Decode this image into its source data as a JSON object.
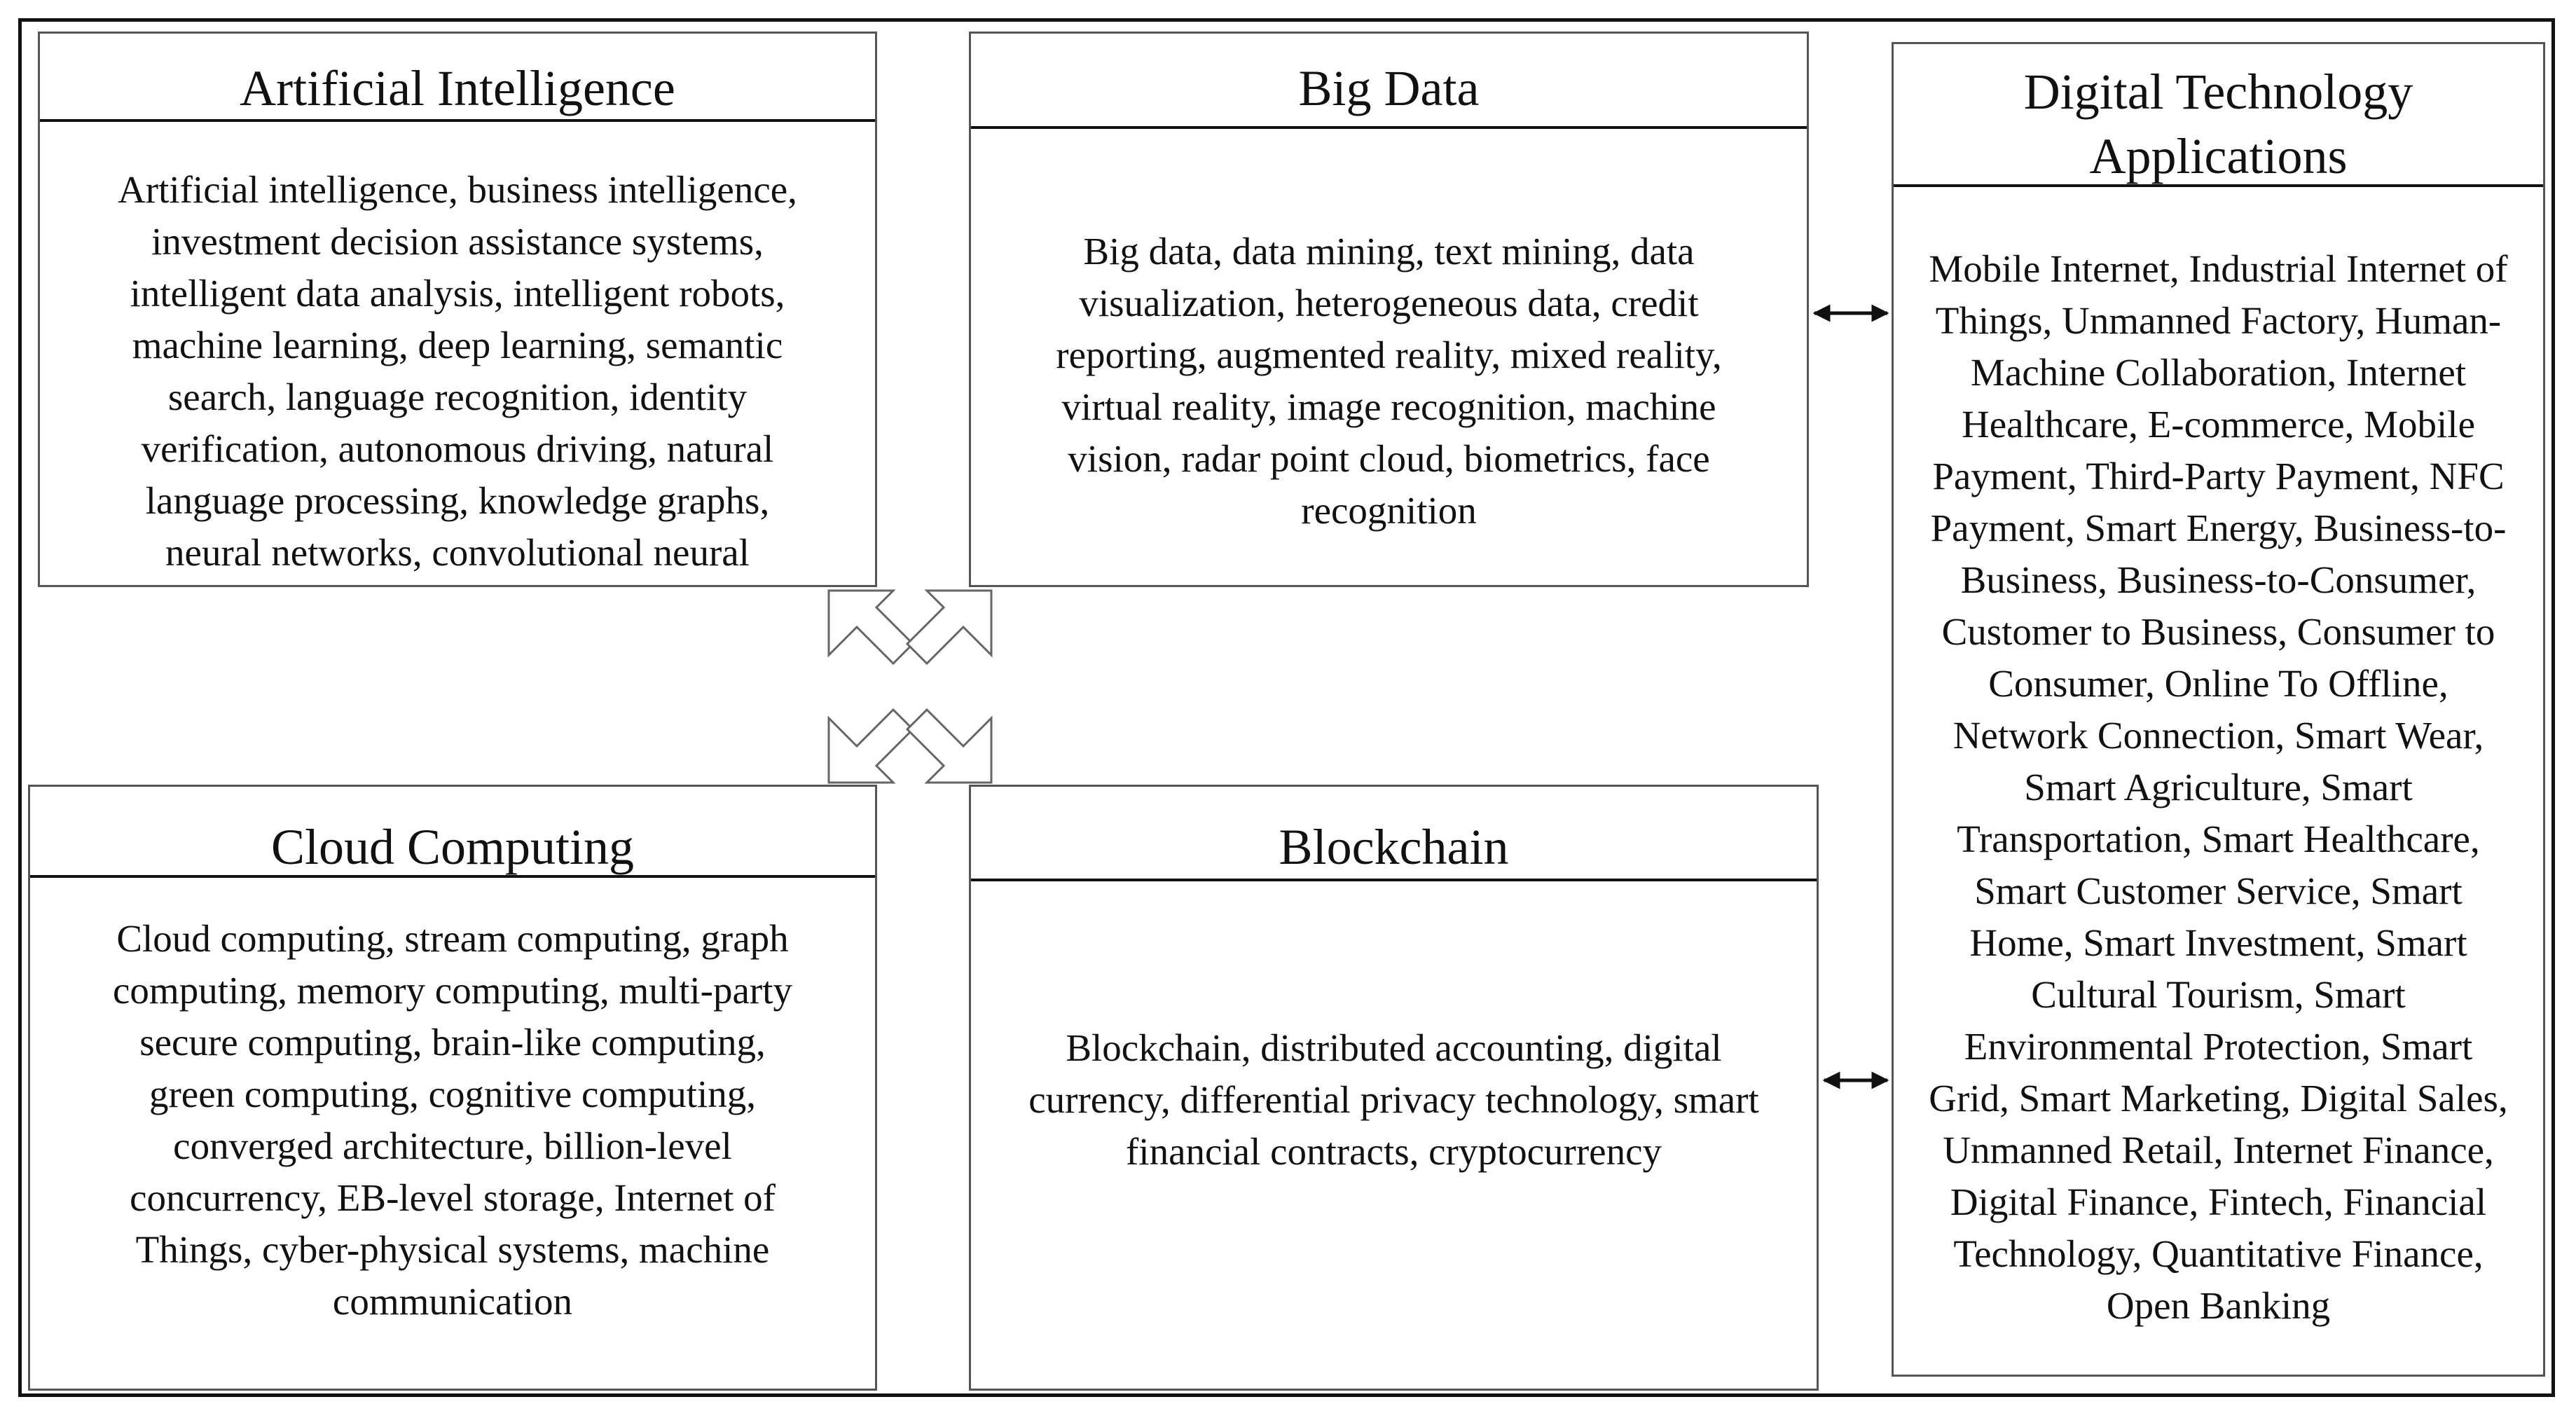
{
  "boxes": {
    "ai": {
      "title": "Artificial Intelligence",
      "body": "Artificial intelligence, business intelligence,\ninvestment decision assistance systems,\nintelligent data analysis, intelligent robots,\nmachine learning, deep learning, semantic\nsearch, language recognition, identity\nverification, autonomous driving, natural\nlanguage processing, knowledge graphs,\nneural networks, convolutional neural"
    },
    "bigdata": {
      "title": "Big Data",
      "body": "Big data, data mining, text mining, data\nvisualization, heterogeneous data, credit\nreporting, augmented reality, mixed reality,\nvirtual reality, image recognition, machine\nvision, radar point cloud, biometrics, face\nrecognition"
    },
    "cloud": {
      "title": "Cloud Computing",
      "body": "Cloud computing, stream computing, graph\ncomputing, memory computing, multi-party\nsecure computing, brain-like computing,\ngreen computing, cognitive computing,\nconverged architecture, billion-level\nconcurrency, EB-level storage, Internet of\nThings, cyber-physical systems, machine\ncommunication"
    },
    "blockchain": {
      "title": "Blockchain",
      "body": "Blockchain, distributed accounting, digital\ncurrency, differential privacy technology, smart\nfinancial contracts, cryptocurrency"
    },
    "apps": {
      "title": "Digital Technology\nApplications",
      "body": "Mobile Internet, Industrial Internet of\nThings, Unmanned Factory, Human-\nMachine Collaboration, Internet\nHealthcare, E-commerce, Mobile\nPayment, Third-Party Payment, NFC\nPayment, Smart Energy, Business-to-\nBusiness, Business-to-Consumer,\nCustomer to Business, Consumer to\nConsumer, Online To Offline,\nNetwork Connection, Smart Wear,\nSmart Agriculture, Smart\nTransportation, Smart Healthcare,\nSmart Customer Service, Smart\nHome, Smart Investment, Smart\nCultural Tourism, Smart\nEnvironmental Protection, Smart\nGrid, Smart Marketing, Digital Sales,\nUnmanned Retail, Internet Finance,\nDigital Finance, Fintech, Financial\nTechnology, Quantitative Finance,\nOpen Banking"
    }
  }
}
